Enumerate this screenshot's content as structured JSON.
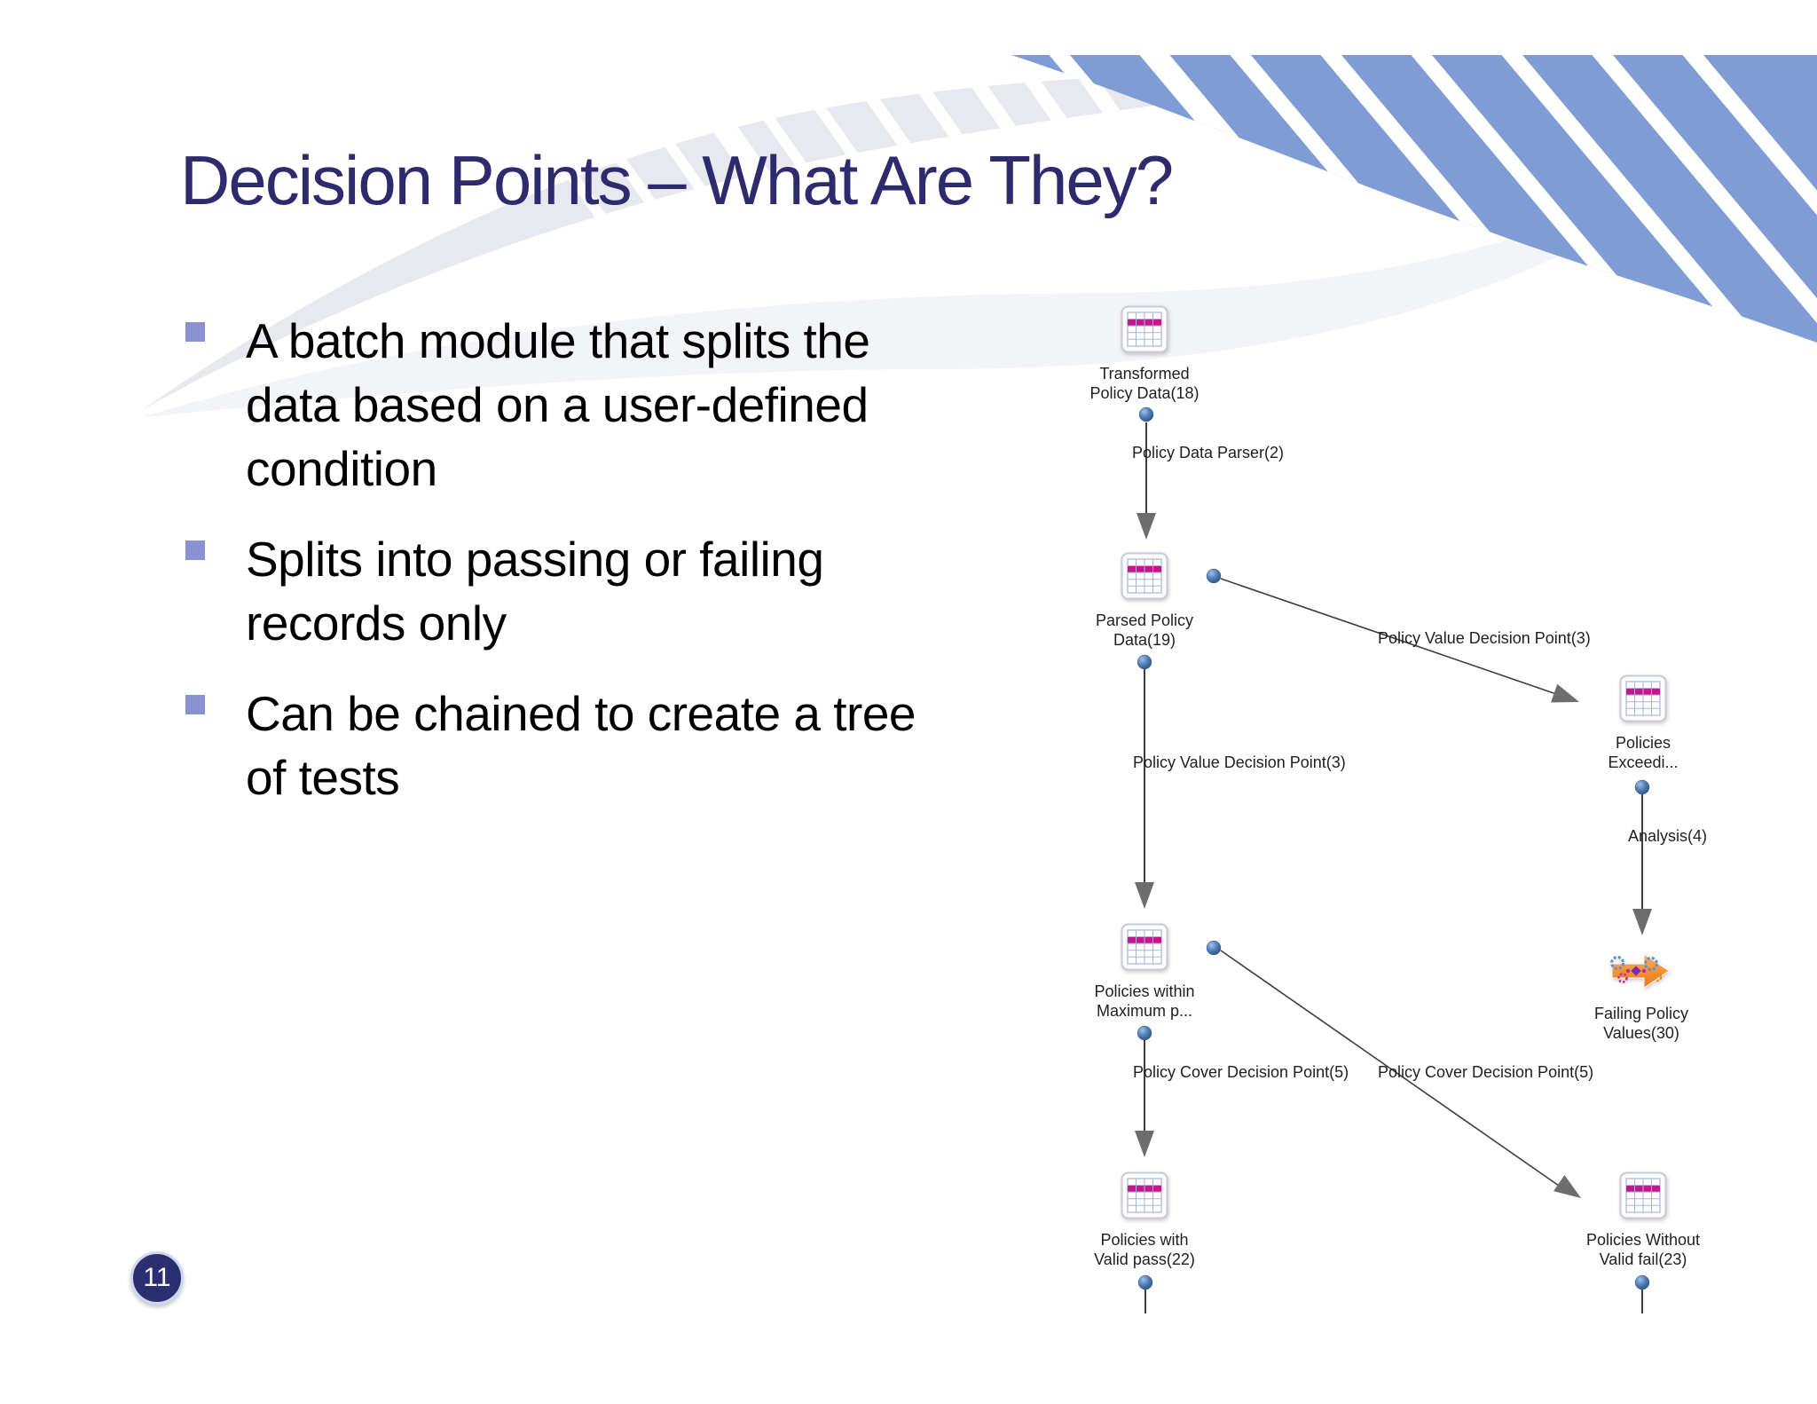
{
  "slide": {
    "title": "Decision Points – What Are They?",
    "page_number": "11",
    "bullets": [
      {
        "text": "A batch module that splits the\ndata based on a user-defined\ncondition"
      },
      {
        "text": "Splits into passing or failing\nrecords only"
      },
      {
        "text": "Can be chained to create a tree\nof tests"
      }
    ]
  },
  "diagram": {
    "nodes": [
      {
        "label": "Transformed\nPolicy Data(18)",
        "icon": "table-icon"
      },
      {
        "label": "Parsed Policy\nData(19)",
        "icon": "table-icon"
      },
      {
        "label": "Policies\nExceedi...",
        "icon": "table-icon"
      },
      {
        "label": "Policies within\nMaximum p...",
        "icon": "table-icon"
      },
      {
        "label": "Failing Policy\nValues(30)",
        "icon": "process-arrow-icon"
      },
      {
        "label": "Policies with\nValid pass(22)",
        "icon": "table-icon"
      },
      {
        "label": "Policies Without\nValid fail(23)",
        "icon": "table-icon"
      }
    ],
    "edges": [
      {
        "label": "Policy Data Parser(2)"
      },
      {
        "label": "Policy Value Decision Point(3)"
      },
      {
        "label": "Policy Value Decision Point(3)"
      },
      {
        "label": "Analysis(4)"
      },
      {
        "label": "Policy Cover Decision Point(5)"
      },
      {
        "label": "Policy Cover Decision Point(5)"
      }
    ]
  },
  "colors": {
    "title": "#2d2a6e",
    "body_text": "#000000",
    "bullet_marker": "#8b90d0",
    "label_text": "#1f1f1f",
    "swoosh_blue": "#7f9cd4",
    "wave_gray": "#e8e9ee",
    "table_stripe": "#c2188e",
    "grid_line": "#aab3d6",
    "connector_dot": "#4f7cb4",
    "connector_line": "#3d3d3d",
    "arrowhead": "#6d6d6d",
    "process_arrow_orange": "#f08617",
    "page_badge_bg": "#2b2f72",
    "page_badge_ring": "#cdd9ec",
    "page_badge_text": "#ffffff"
  }
}
